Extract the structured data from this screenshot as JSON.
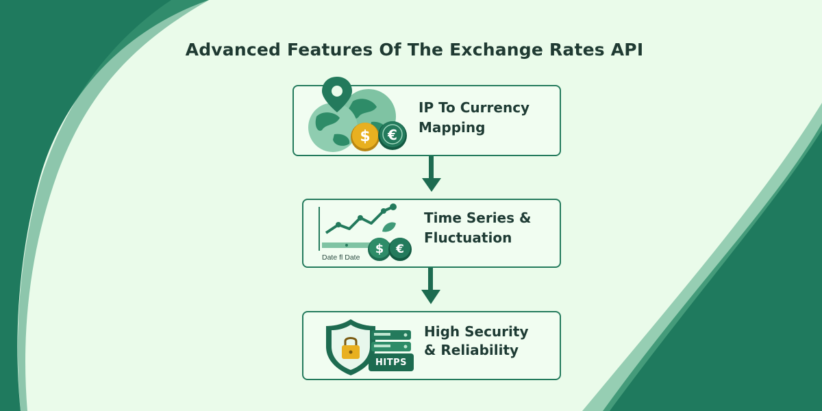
{
  "title": "Advanced Features Of The Exchange Rates API",
  "colors": {
    "accent": "#237a5c",
    "dark_green": "#1d6b50",
    "gold": "#e8b020",
    "background": "#eafbea"
  },
  "features": [
    {
      "label": "IP To Currency\nMapping",
      "icons": [
        "location-pin-icon",
        "globe-icon",
        "dollar-coin-icon",
        "euro-coin-icon"
      ]
    },
    {
      "label": "Time Series &\nFluctuation",
      "caption": "Date fl Date",
      "icons": [
        "line-chart-icon",
        "dollar-coin-icon",
        "euro-coin-icon"
      ]
    },
    {
      "label": "High Security\n& Reliability",
      "badge": "HITPS",
      "icons": [
        "shield-lock-icon",
        "server-stack-icon"
      ]
    }
  ]
}
